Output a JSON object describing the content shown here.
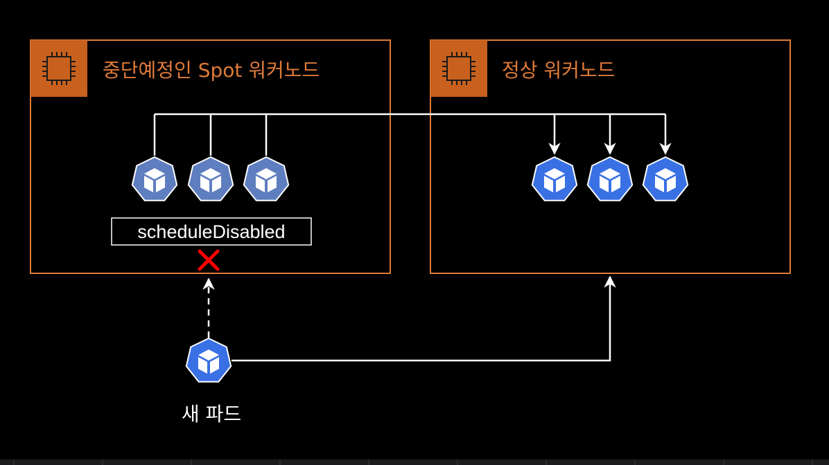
{
  "nodes": {
    "spot": {
      "label": "중단예정인 Spot 워커노드"
    },
    "normal": {
      "label": "정상 워커노드"
    }
  },
  "taint": {
    "label": "scheduleDisabled"
  },
  "new_pod": {
    "label": "새 파드"
  },
  "colors": {
    "node_border": "#E07B39",
    "chip_bg": "#C8611E",
    "pod_active": "#3970E4",
    "pod_faded": "#5F7EBF",
    "connector": "#FFFFFF",
    "blocked_x": "#FF0000"
  },
  "icons": {
    "node_chip": "ec2-chip-icon",
    "pod": "kubernetes-pod-icon",
    "blocked": "blocked-x-icon"
  }
}
